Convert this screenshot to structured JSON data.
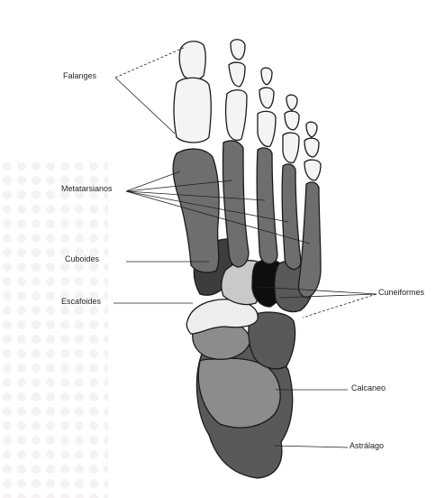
{
  "diagram": {
    "labels": {
      "falanges": "Falanges",
      "metatarsianos": "Metatarsianos",
      "cuboides": "Cuboides",
      "escafoides": "Escafoides",
      "cuneiformes": "Cuneiformes",
      "calcaneo": "Calcaneo",
      "astragalo": "Astrálago"
    },
    "colors": {
      "background": "#ffffff",
      "phalanges": "#f4f4f4",
      "metatarsals": "#6e6e6e",
      "cuboid": "#3d3d3d",
      "navicular": "#eeeeee",
      "cuneiform_light": "#c9c9c9",
      "cuneiform_dark": "#0e0e0e",
      "talus": "#8c8c8c",
      "calcaneus": "#595959",
      "outline": "#1a1a1a"
    }
  }
}
